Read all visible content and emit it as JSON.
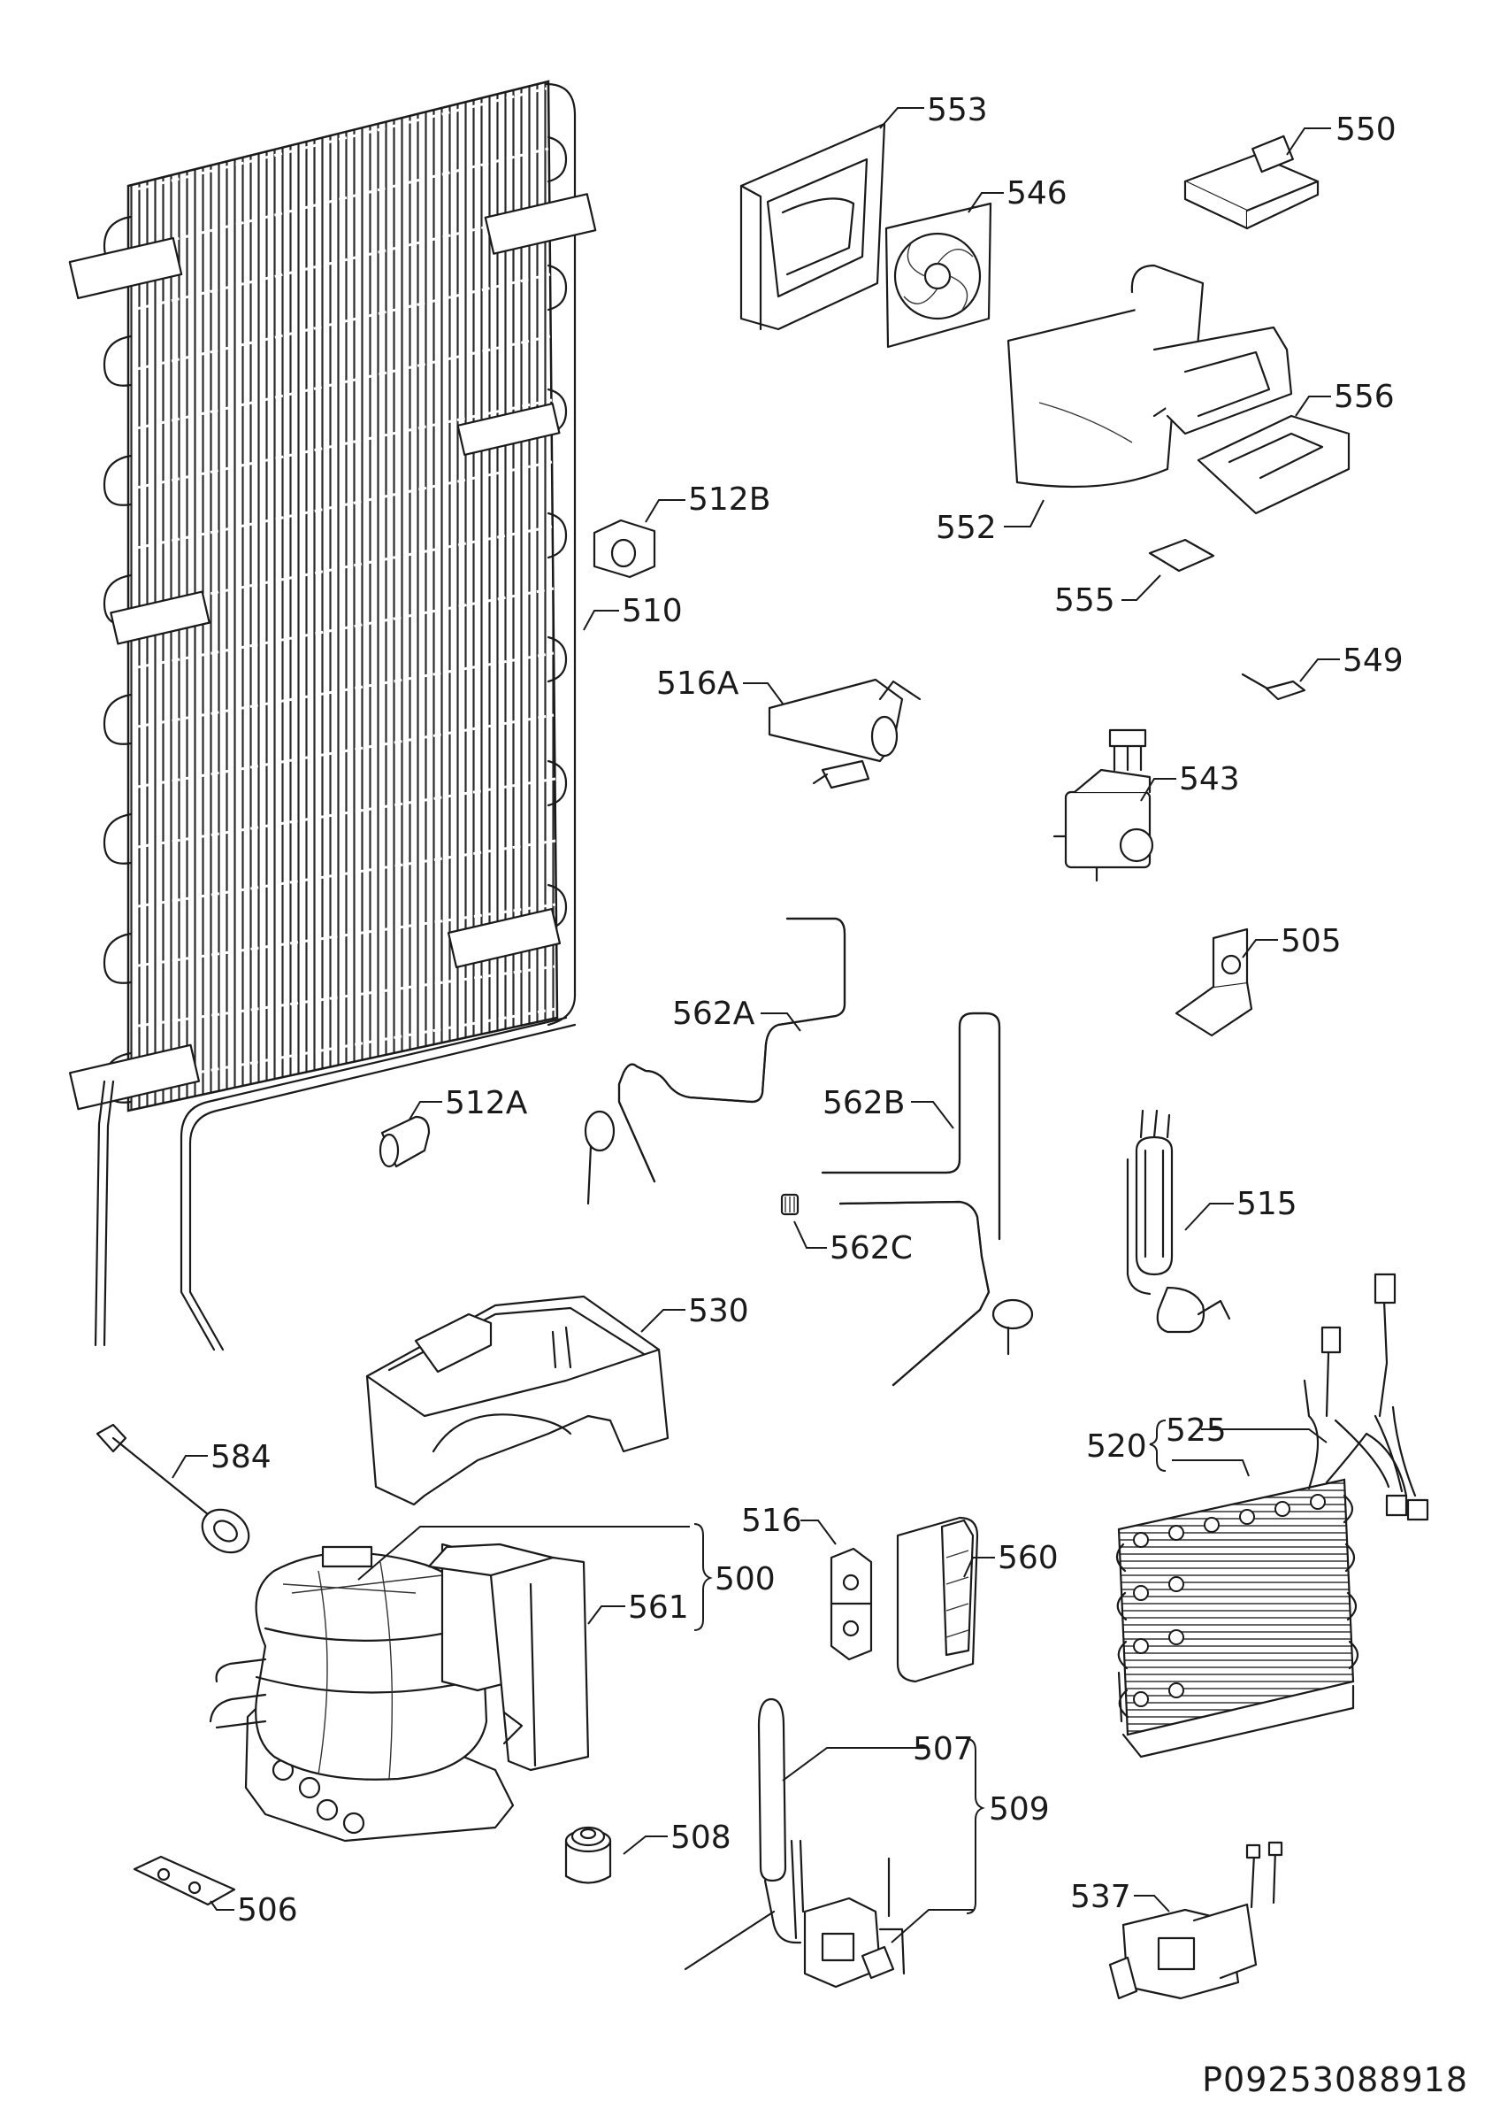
{
  "document_code": "P09253088918",
  "labels": {
    "p553": "553",
    "p550": "550",
    "p546": "546",
    "p556": "556",
    "p552": "552",
    "p555": "555",
    "p512B": "512B",
    "p510": "510",
    "p549": "549",
    "p516A": "516A",
    "p543": "543",
    "p505": "505",
    "p562A": "562A",
    "p512A": "512A",
    "p562B": "562B",
    "p515": "515",
    "p562C": "562C",
    "p530": "530",
    "p520": "520",
    "p525": "525",
    "p584": "584",
    "p516": "516",
    "p500": "500",
    "p560": "560",
    "p561": "561",
    "p507": "507",
    "p509": "509",
    "p508": "508",
    "p537": "537",
    "p506": "506"
  }
}
